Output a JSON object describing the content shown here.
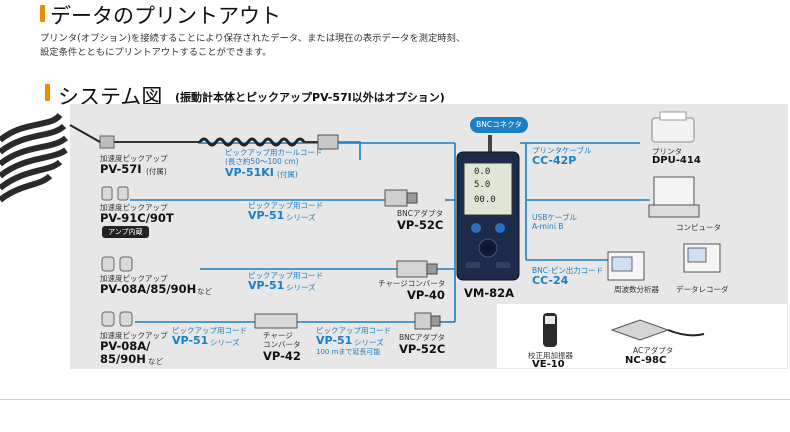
{
  "heading1": "データのプリントアウト",
  "paragraph": {
    "line1": "プリンタ(オプション)を接続することにより保存されたデータ、または現在の表示データを測定時刻、",
    "line2": "設定条件とともにプリントアウトすることができます。"
  },
  "heading2": "システム図",
  "heading2_note": "(振動計本体とピックアップPV-57I以外はオプション)",
  "bnc_connector": "BNCコネクタ",
  "row1": {
    "pickup_caption": "加速度ピックアップ",
    "pickup_model": "PV-57I",
    "pickup_suffix": "(付属)",
    "cord_label": "ピックアップ用カールコード",
    "cord_length": "(長さ約50～100 cm)",
    "cord_model": "VP-51KI",
    "cord_suffix": "(付属)"
  },
  "row2": {
    "pickup_caption": "加速度ピックアップ",
    "pickup_model": "PV-91C/90T",
    "amp_badge": "アンプ内蔵",
    "cord_label": "ピックアップ用コード",
    "cord_model": "VP-51",
    "cord_suffix": "シリーズ",
    "adapter_caption": "BNCアダプタ",
    "adapter_model": "VP-52C"
  },
  "row3": {
    "pickup_caption": "加速度ピックアップ",
    "pickup_model": "PV-08A/85/90H",
    "pickup_suffix": "など",
    "cord_label": "ピックアップ用コード",
    "cord_model": "VP-51",
    "cord_suffix": "シリーズ",
    "converter_caption": "チャージコンバータ",
    "converter_model": "VP-40"
  },
  "row4": {
    "pickup_caption": "加速度ピックアップ",
    "pickup_model_line1": "PV-08A/",
    "pickup_model_line2": "85/90H",
    "pickup_suffix": "など",
    "cord1_label": "ピックアップ用コード",
    "cord1_model": "VP-51",
    "cord1_suffix": "シリーズ",
    "converter_caption_line1": "チャージ",
    "converter_caption_line2": "コンバータ",
    "converter_model": "VP-42",
    "cord2_label": "ピックアップ用コード",
    "cord2_model": "VP-51",
    "cord2_suffix": "シリーズ",
    "cord2_note": "100 mまで延長可能",
    "adapter_caption": "BNCアダプタ",
    "adapter_model": "VP-52C"
  },
  "main_unit": {
    "model": "VM-82A",
    "display": {
      "value1": "0.0",
      "value2": "5.0",
      "value3": "00.0"
    }
  },
  "right": {
    "printer_cable_label": "プリンタケーブル",
    "printer_cable_model": "CC-42P",
    "printer_caption": "プリンタ",
    "printer_model": "DPU-414",
    "usb_cable_label": "USBケーブル",
    "usb_cable_sub": "A-mini B",
    "computer_caption": "コンピュータ",
    "pin_cord_label": "BNC-ピン出力コード",
    "pin_cord_model": "CC-24",
    "analyzer_caption": "周波数分析器",
    "recorder_caption": "データレコーダ"
  },
  "options": {
    "vibrator_caption": "校正用加振器",
    "vibrator_model": "VE-10",
    "ac_caption": "ACアダプタ",
    "ac_model": "NC-98C"
  },
  "colors": {
    "accent_orange": "#f08a00",
    "line_blue": "#1a7fc4",
    "panel_gray": "#e7e7e7",
    "device_navy": "#1e2a4a"
  }
}
